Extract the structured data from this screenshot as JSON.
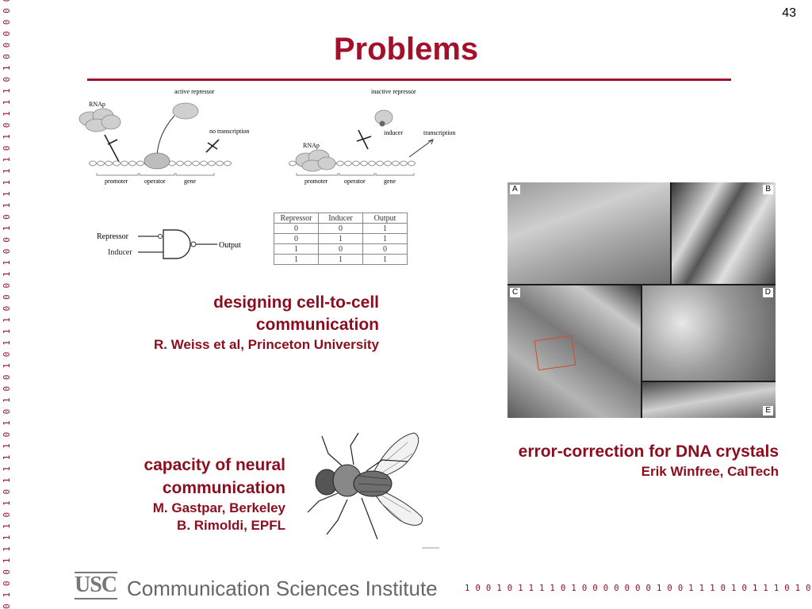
{
  "page_number": "43",
  "title": "Problems",
  "binary_left": "0 1 0 0 1 1 1 1 0 1 0 1 1 1 1 0 1 0 1 0 0 1 0 1 1 1 0 0 0 1 1 0 0 1 0 1 1 1 1 1 0 1 0 1 1 1 0 1 0 0 0 0 0 0 0 0 1 0 0 1 1 1 0 1 1 1 0 1 0 1 1 1 0 0 1 0 1 1 1 0 0",
  "binary_bottom": "1 0 0 1 0 1 1 1 1 0 1 0 0 0 0 0 0 0 1 0 0 1 1 1 0 1 0 1 1 1 0 1 0 0 1 0 1 1 1 0",
  "weiss": {
    "heading_line1": "designing cell-to-cell",
    "heading_line2": "communication",
    "author": "R. Weiss et al, Princeton University"
  },
  "gastpar": {
    "heading_line1": "capacity of neural",
    "heading_line2": "communication",
    "author1": "M. Gastpar, Berkeley",
    "author2": "B. Rimoldi, EPFL"
  },
  "winfree": {
    "heading": "error-correction for DNA crystals",
    "author": "Erik Winfree, CalTech"
  },
  "diagram_left": {
    "rna": "RNAp",
    "active_repressor": "active repressor",
    "no_transcription": "no transcription",
    "promoter": "promoter",
    "operator": "operator",
    "gene": "gene"
  },
  "diagram_right": {
    "inactive_repressor": "inactive repressor",
    "inducer": "inducer",
    "transcription": "transcription",
    "rna": "RNAp",
    "promoter": "promoter",
    "operator": "operator",
    "gene": "gene"
  },
  "gate": {
    "repressor": "Repressor",
    "inducer": "Inducer",
    "output": "Output"
  },
  "truth_table": {
    "headers": [
      "Repressor",
      "Inducer",
      "Output"
    ],
    "rows": [
      [
        "0",
        "0",
        "1"
      ],
      [
        "0",
        "1",
        "1"
      ],
      [
        "1",
        "0",
        "0"
      ],
      [
        "1",
        "1",
        "1"
      ]
    ]
  },
  "micrograph_panels": [
    "A",
    "B",
    "C",
    "D",
    "E"
  ],
  "footer": {
    "logo": "USC",
    "institute": "Communication Sciences Institute"
  },
  "colors": {
    "accent": "#a3102a",
    "footer_gray": "#666666"
  }
}
